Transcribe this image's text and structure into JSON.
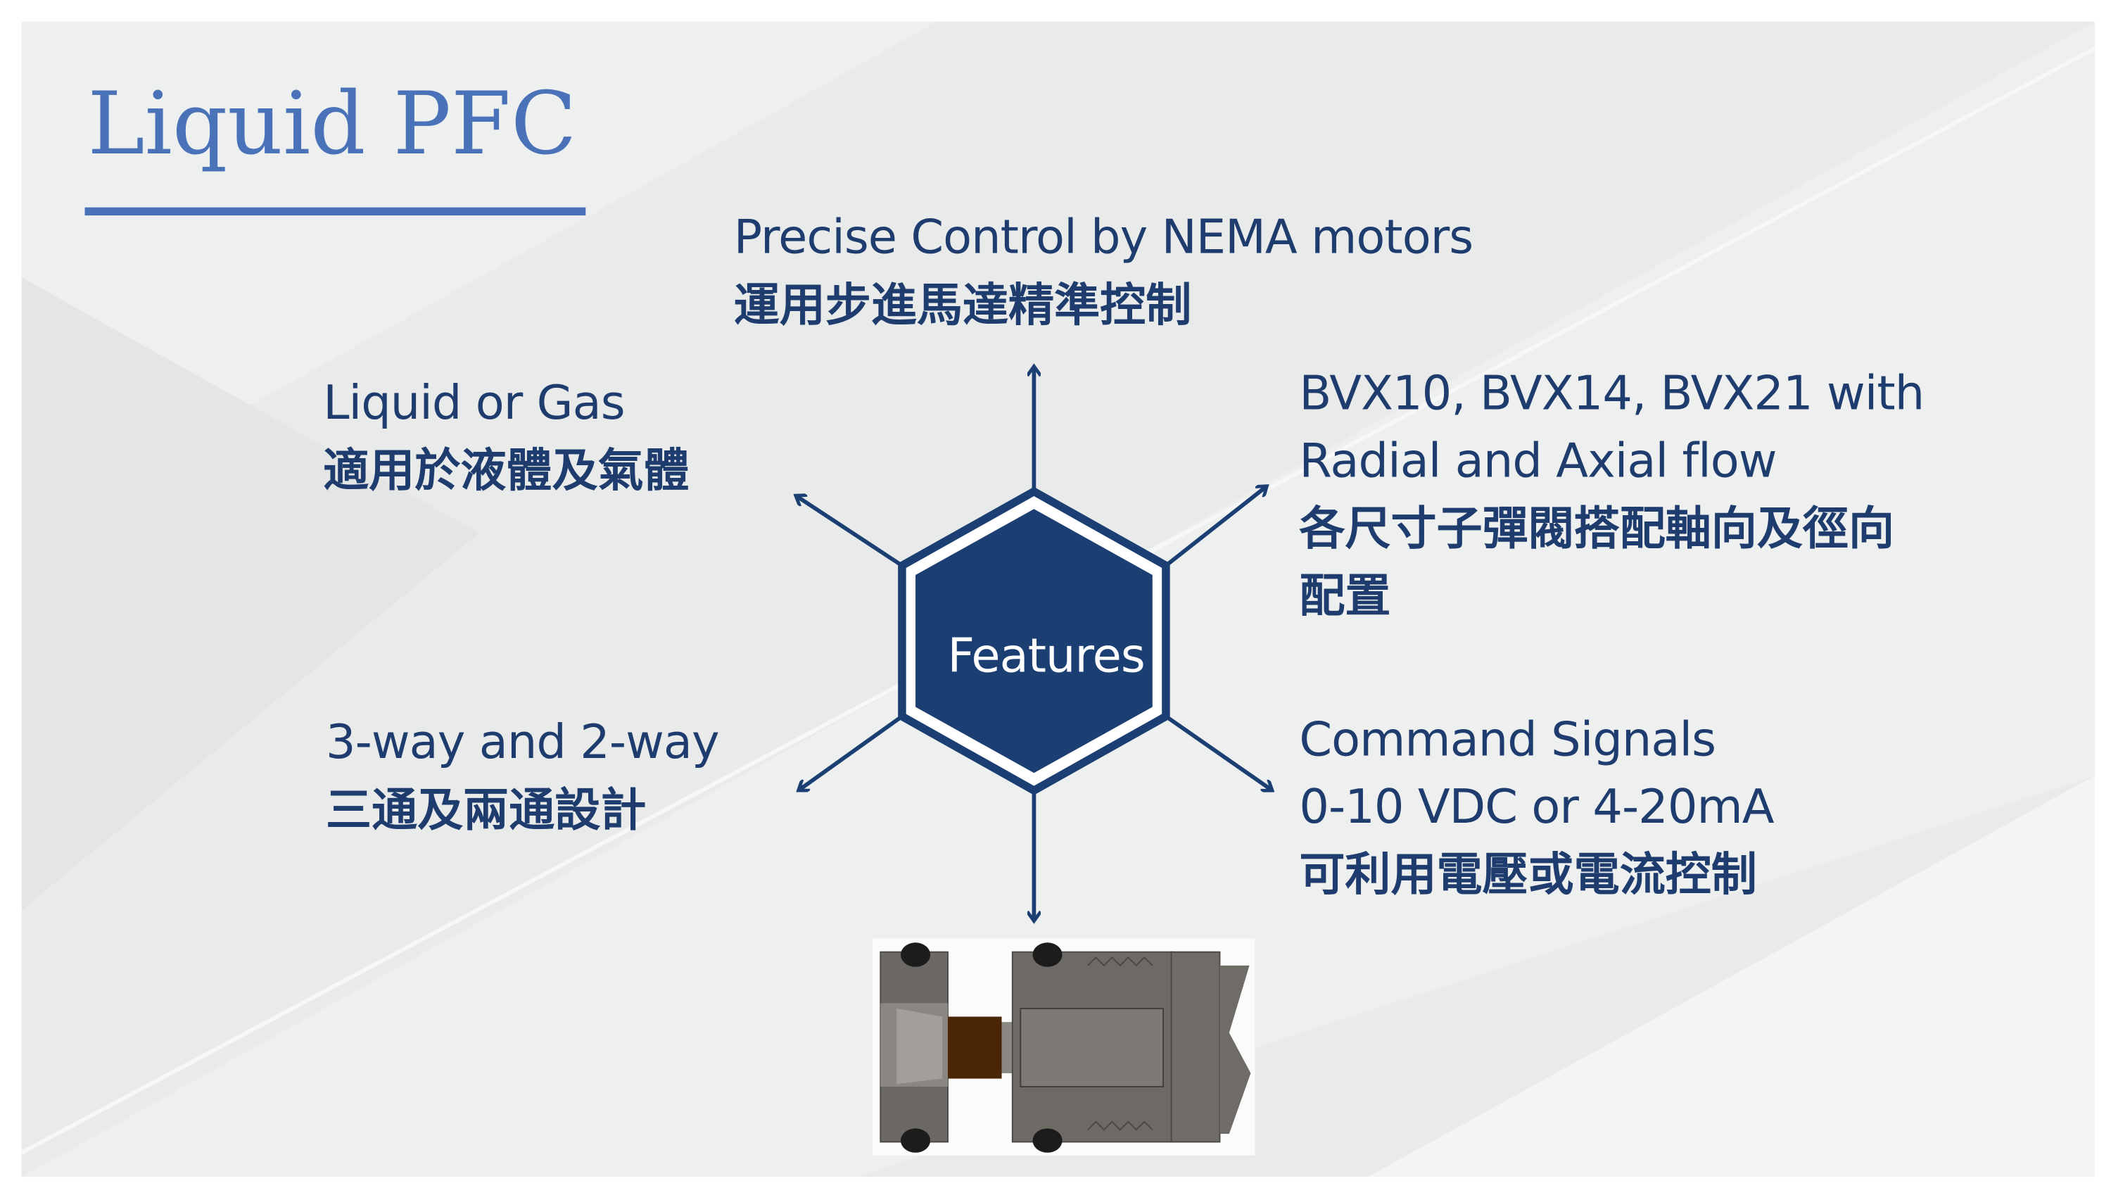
{
  "title": "Liquid PFC",
  "center_label": "Features",
  "features": [
    {
      "en": [
        "Precise Control by NEMA motors"
      ],
      "zh": [
        "運用步進馬達精準控制"
      ]
    },
    {
      "en": [
        "Liquid or Gas"
      ],
      "zh": [
        "適用於液體及氣體"
      ]
    },
    {
      "en": [
        "BVX10, BVX14, BVX21 with",
        "Radial and Axial flow"
      ],
      "zh": [
        "各尺寸子彈閥搭配軸向及徑向",
        "配置"
      ]
    },
    {
      "en": [
        "3-way and 2-way"
      ],
      "zh": [
        "三通及兩通設計"
      ]
    },
    {
      "en": [
        "Command Signals",
        "0-10 VDC or 4-20mA"
      ],
      "zh": [
        "可利用電壓或電流控制"
      ]
    }
  ],
  "colors": {
    "title": "#4a72b8",
    "navy": "#1b3f73",
    "text": "#1f3c6e",
    "background": "#e9ebeb"
  }
}
